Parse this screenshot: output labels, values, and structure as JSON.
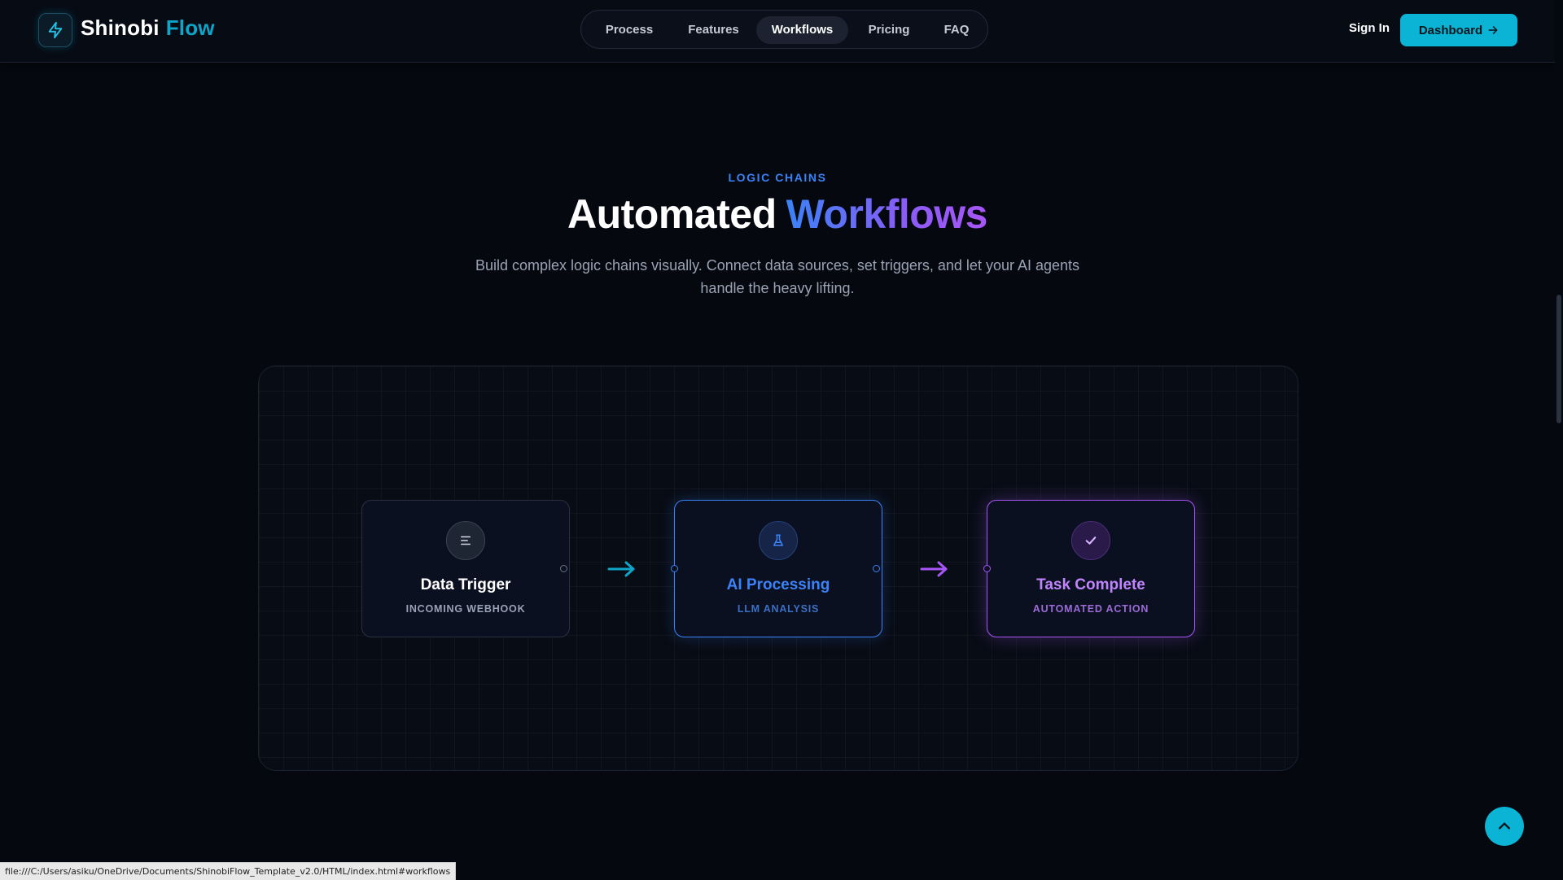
{
  "header": {
    "brand_word1": "Shinobi",
    "brand_word2": "Flow",
    "logo_icon": "lightning-bolt-icon",
    "nav": [
      {
        "label": "Process",
        "active": false
      },
      {
        "label": "Features",
        "active": false
      },
      {
        "label": "Workflows",
        "active": true
      },
      {
        "label": "Pricing",
        "active": false
      },
      {
        "label": "FAQ",
        "active": false
      }
    ],
    "sign_in": "Sign In",
    "dashboard": "Dashboard",
    "dashboard_icon": "arrow-right-icon"
  },
  "section": {
    "eyebrow": "LOGIC CHAINS",
    "title_part1": "Automated",
    "title_part2": "Workflows",
    "subtitle": "Build complex logic chains visually. Connect data sources, set triggers, and let your AI agents handle the heavy lifting."
  },
  "workflow": {
    "nodes": [
      {
        "title": "Data Trigger",
        "subtitle": "INCOMING WEBHOOK",
        "icon": "align-left-icon"
      },
      {
        "title": "AI Processing",
        "subtitle": "LLM ANALYSIS",
        "icon": "flask-icon"
      },
      {
        "title": "Task Complete",
        "subtitle": "AUTOMATED ACTION",
        "icon": "check-icon"
      }
    ]
  },
  "floating": {
    "scroll_top_icon": "chevron-up-icon"
  },
  "status_bar": {
    "url": "file:///C:/Users/asiku/OneDrive/Documents/ShinobiFlow_Template_v2.0/HTML/index.html#workflows"
  },
  "colors": {
    "background": "#05080f",
    "accent_cyan": "#0bb3d4",
    "accent_blue": "#3b82f6",
    "accent_purple": "#a855f7"
  }
}
